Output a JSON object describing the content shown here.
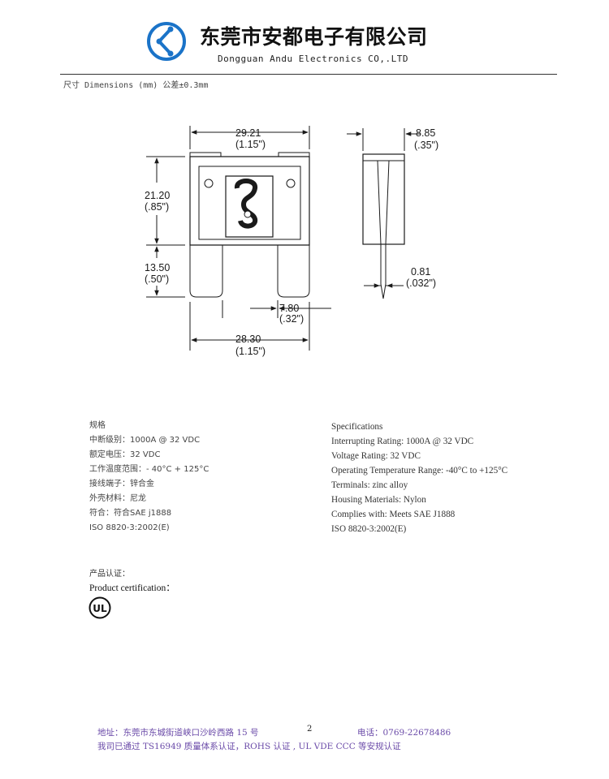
{
  "header": {
    "company_cn": "东莞市安都电子有限公司",
    "company_en": "Dongguan Andu Electronics CO,.LTD",
    "dimension_note": "尺寸 Dimensions (mm) 公差±0.3mm",
    "logo_icon": "andu-logo-icon",
    "logo_color": "#1a73c8"
  },
  "drawing": {
    "width_mm": "29.21",
    "width_in": "(1.15\")",
    "body_height_mm": "21.20",
    "body_height_in": "(.85\")",
    "blade_height_mm": "13.50",
    "blade_height_in": "(.50\")",
    "blade_gap_mm": "7.80",
    "blade_gap_in": "(.32\")",
    "overall_width_mm": "28.30",
    "overall_width_in": "(1.15\")",
    "thickness_mm": "8.85",
    "thickness_in": "(.35\")",
    "blade_thickness_mm": "0.81",
    "blade_thickness_in": "(.032\")"
  },
  "specs_cn": {
    "title": "规格",
    "items": [
      "中断级别：1000A @ 32 VDC",
      "额定电压：32 VDC",
      "工作温度范围：- 40°C + 125°C",
      "接线端子：锌合金",
      "外壳材料：尼龙",
      "符合：符合SAE j1888",
      "ISO 8820-3:2002(E)"
    ]
  },
  "specs_en": {
    "title": "Specifications",
    "items": [
      "Interrupting Rating: 1000A @ 32 VDC",
      "Voltage Rating: 32 VDC",
      "Operating Temperature Range: -40°C to +125°C",
      "Terminals: zinc alloy",
      "Housing Materials: Nylon",
      "Complies with: Meets SAE J1888",
      "ISO 8820-3:2002(E)"
    ]
  },
  "certification": {
    "label_cn": "产品认证：",
    "label_en": "Product certification：",
    "ul_mark": "UL",
    "ul_icon": "ul-listed-icon"
  },
  "footer": {
    "address": "地址：东莞市东城街道峡口沙岭西路 15 号",
    "page_number": "2",
    "phone": "电话：0769-22678486",
    "certifications": "我司已通过 TS16949 质量体系认证，ROHS 认证 , UL VDE    CCC  等安规认证",
    "color": "#6a4aa8"
  }
}
